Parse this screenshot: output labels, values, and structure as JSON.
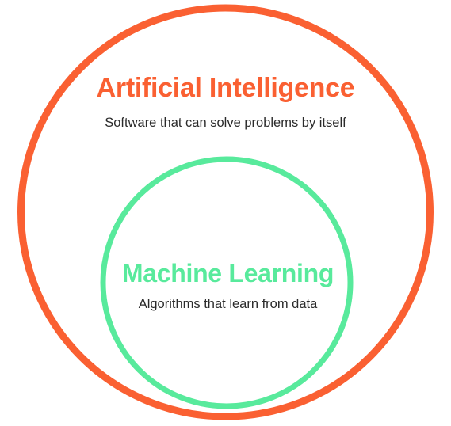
{
  "colors": {
    "outer": "#fa6032",
    "inner": "#58ea9c",
    "caption": "#2b2b2b"
  },
  "outer": {
    "title": "Artificial Intelligence",
    "subtitle": "Software that can solve problems by itself"
  },
  "inner": {
    "title": "Machine Learning",
    "subtitle": "Algorithms that learn from data"
  }
}
